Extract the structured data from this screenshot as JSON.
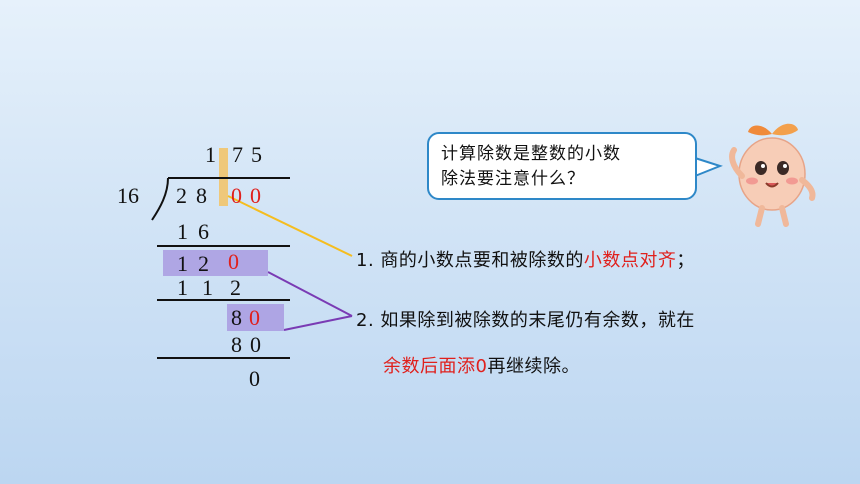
{
  "division": {
    "quotient": [
      "1",
      "7",
      "5"
    ],
    "divisor": "16",
    "dividend": [
      "2",
      "8",
      "0",
      "0"
    ],
    "step1_product": [
      "1",
      "6"
    ],
    "step2_remainder": [
      "1",
      "2",
      "0"
    ],
    "step2_product": [
      "1",
      "1",
      "2"
    ],
    "step3_remainder": [
      "8",
      "0"
    ],
    "step3_product": [
      "8",
      "0"
    ],
    "final_remainder": "0"
  },
  "bubble": {
    "line1": "计算除数是整数的小数",
    "line2": "除法要注意什么？"
  },
  "notes": {
    "rule1_prefix": "1. 商的小数点要和被除数的",
    "rule1_highlight": "小数点对齐",
    "rule1_suffix": "；",
    "rule2_line1": "2. 如果除到被除数的末尾仍有余数，就在",
    "rule2_highlight": "余数后面添0",
    "rule2_suffix": "再继续除。"
  },
  "colors": {
    "highlight_text": "#e0201c",
    "highlight_box": "#a99be0",
    "decimal_marker": "#f2c46b",
    "pointer_line_1": "#f5bd1f",
    "pointer_line_2": "#7a3bb4",
    "bubble_border": "#2e88c8"
  },
  "character": {
    "icon": "peach-mascot-icon"
  }
}
